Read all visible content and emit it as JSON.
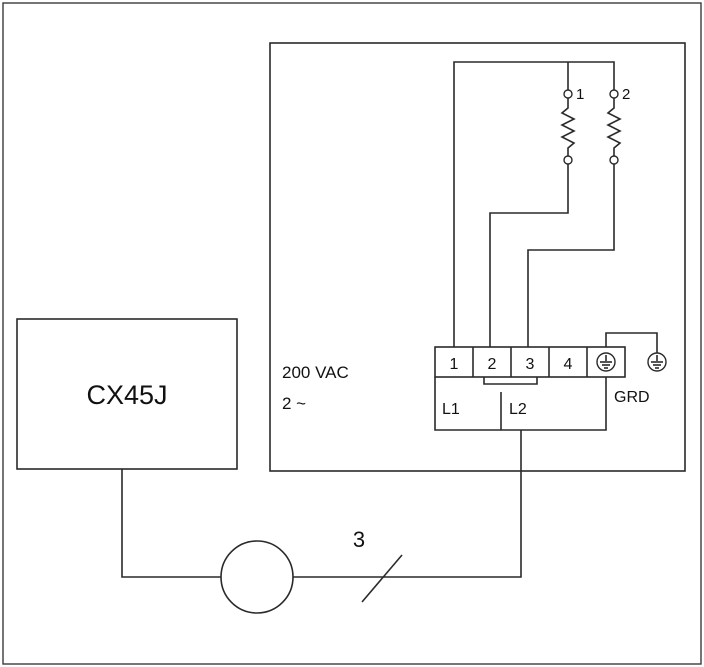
{
  "controller": {
    "label": "CX45J"
  },
  "supply": {
    "voltage": "200 VAC",
    "phases": "2 ~"
  },
  "heaters": [
    {
      "label": "1"
    },
    {
      "label": "2"
    }
  ],
  "terminals": [
    {
      "label": "1"
    },
    {
      "label": "2"
    },
    {
      "label": "3"
    },
    {
      "label": "4"
    }
  ],
  "ground_terminal": {
    "icon": "ground-icon"
  },
  "lines": {
    "l1": "L1",
    "l2": "L2",
    "grd": "GRD"
  },
  "cable": {
    "conductor_count": "3"
  }
}
